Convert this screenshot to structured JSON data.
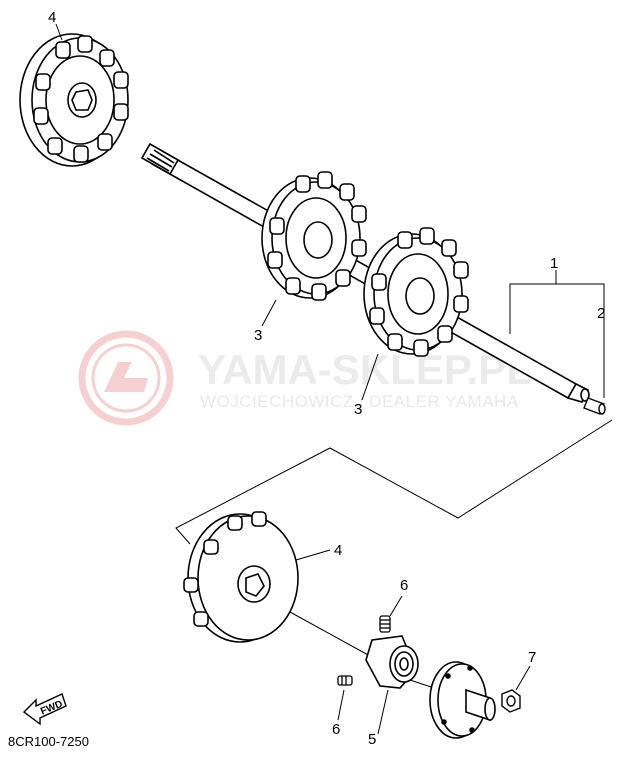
{
  "diagram": {
    "callouts": {
      "c1": "1",
      "c2": "2",
      "c3a": "3",
      "c3b": "3",
      "c4_top": "4",
      "c4_bottom": "4",
      "c5": "5",
      "c6_top": "6",
      "c6_bottom": "6",
      "c7": "7"
    },
    "diagram_code": "8CR100-7250",
    "fwd_label": "FWD",
    "watermark": {
      "title": "YAMA-SKLEP.PL",
      "subtitle": "WOJCIECHOWICZ | DEALER YAMAHA",
      "color": "#f4c9c9"
    },
    "line_color": "#000000"
  }
}
